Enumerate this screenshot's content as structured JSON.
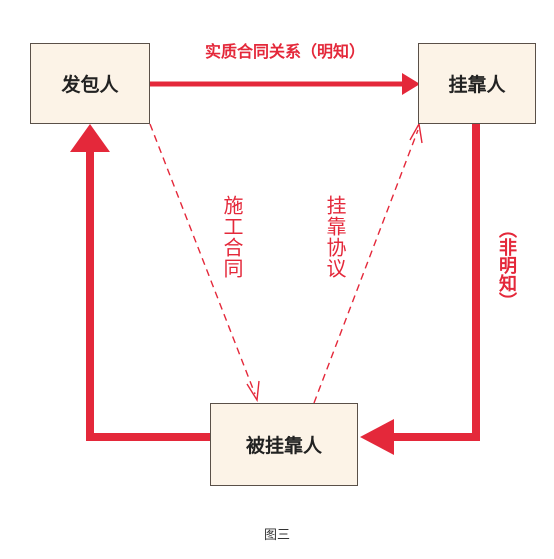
{
  "nodes": {
    "a": "发包人",
    "b": "挂靠人",
    "c": "被挂靠人"
  },
  "edges": {
    "a_to_b": "实质合同关系（明知）",
    "a_to_c": "施工合同",
    "c_to_b": "挂靠协议",
    "b_to_c": "（非明知）"
  },
  "caption": "图三",
  "colors": {
    "accent": "#e4283a",
    "box_fill": "#fcf3e7",
    "box_border": "#5a5048"
  }
}
